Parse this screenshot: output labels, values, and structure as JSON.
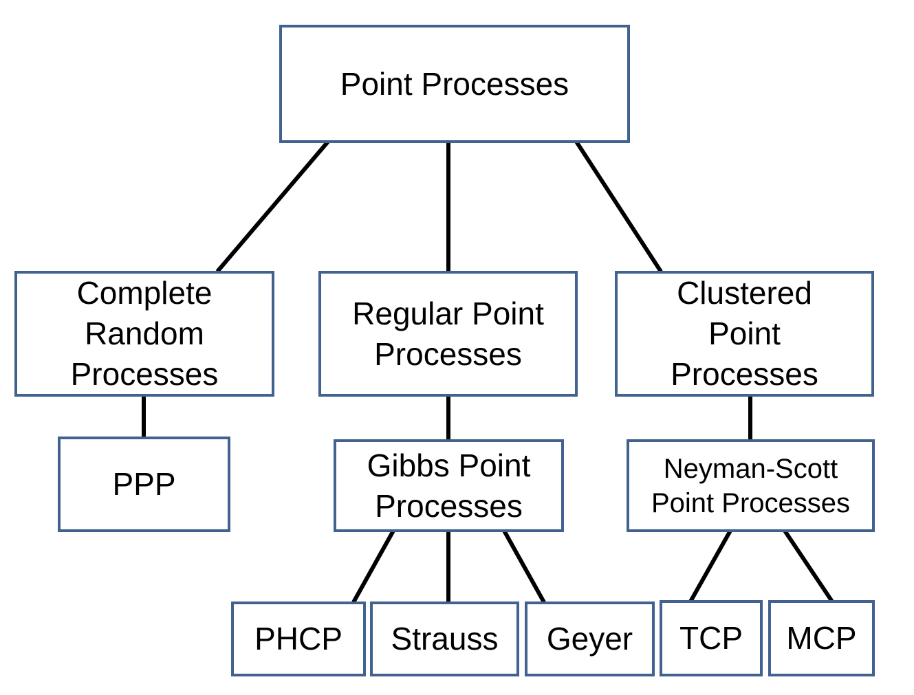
{
  "diagram": {
    "root": "Point Processes",
    "complete_random": "Complete\nRandom\nProcesses",
    "regular": "Regular Point\nProcesses",
    "clustered": "Clustered\nPoint\nProcesses",
    "ppp": "PPP",
    "gibbs": "Gibbs Point\nProcesses",
    "neyman_scott": "Neyman-Scott\nPoint Processes",
    "phcp": "PHCP",
    "strauss": "Strauss",
    "geyer": "Geyer",
    "tcp": "TCP",
    "mcp": "MCP"
  },
  "colors": {
    "box_border": "#41618e",
    "edge": "#000000",
    "text": "#000000"
  }
}
